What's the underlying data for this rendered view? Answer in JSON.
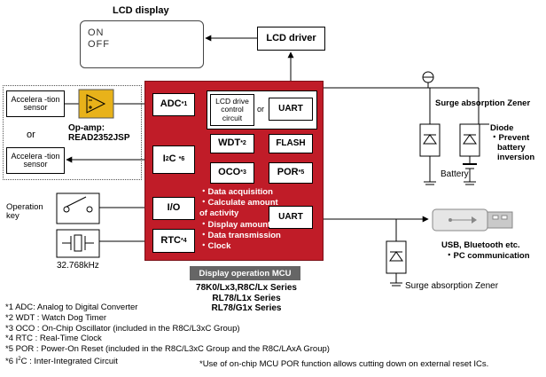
{
  "lcd": {
    "title": "LCD display",
    "on_label": "ON",
    "off_label": "OFF",
    "driver": "LCD driver"
  },
  "sensors": {
    "accel_1": "Accelera -tion sensor",
    "or_between": "or",
    "accel_2": "Accelera -tion sensor",
    "opamp_title": "Op-amp:",
    "opamp_part": "READ2352JSP"
  },
  "inputs": {
    "operation_key": "Operation key",
    "crystal_freq": "32.768kHz"
  },
  "mcu": {
    "blocks": {
      "adc": "ADC",
      "adc_note": "*1",
      "i2c_i": "I",
      "i2c_2": "2",
      "i2c_c": "C",
      "i2c_note": "*6",
      "io": "I/O",
      "rtc": "RTC",
      "rtc_note": "*4",
      "lcd_ctrl": "LCD drive control circuit",
      "or_label": "or",
      "uart_top": "UART",
      "wdt": "WDT",
      "wdt_note": "*2",
      "flash": "FLASH",
      "oco": "OCO",
      "oco_note": "*3",
      "por": "POR",
      "por_note": "*5",
      "uart_bottom": "UART"
    },
    "functions": [
      "・Data acquisition",
      "・Calculate amount",
      "  of activity",
      "・Display amount",
      "・Data transmission",
      "・Clock"
    ],
    "badge": "Display operation MCU",
    "series": [
      "78K0/Lx3,R8C/Lx Series",
      "RL78/L1x Series",
      "RL78/G1x Series"
    ]
  },
  "right": {
    "surge_top": "Surge absorption Zener",
    "diode_title": "Diode",
    "diode_desc_1": "・Prevent",
    "diode_desc_2": "battery",
    "diode_desc_3": "inversion",
    "battery": "Battery",
    "usb_1": "USB, Bluetooth etc.",
    "usb_2": "・PC communication",
    "surge_bottom": "Surge absorption Zener"
  },
  "notes": [
    "*1 ADC: Analog to Digital Converter",
    "*2 WDT : Watch Dog Timer",
    "*3 OCO : On-Chip Oscillator (included in the R8C/L3xC Group)",
    "*4 RTC : Real-Time Clock",
    "*5 POR : Power-On Reset (included in the R8C/L3xC Group and the R8C/LAxA Group)"
  ],
  "note6": {
    "prefix": "*6 I",
    "sup": "2",
    "rest": "C : Inter-Integrated Circuit"
  },
  "footnote": "*Use of on-chip MCU POR function allows cutting down on external reset ICs.",
  "colors": {
    "mcu_fill": "#c01c28",
    "opamp_fill": "#e8b21a",
    "badge_fill": "#666666"
  }
}
